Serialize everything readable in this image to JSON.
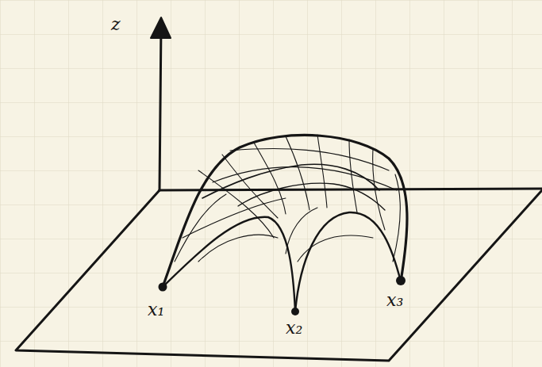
{
  "diagram": {
    "labels": [
      "z",
      "x₁",
      "x₂",
      "x₃"
    ]
  }
}
